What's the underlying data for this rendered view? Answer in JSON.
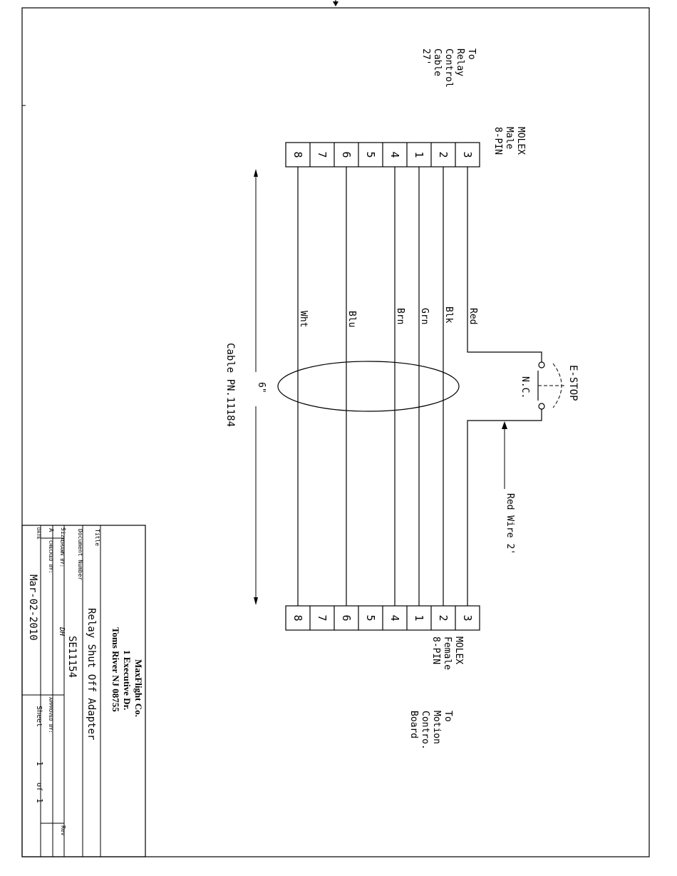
{
  "top_note": {
    "lines": [
      "To",
      "Relay",
      "Control",
      "Cable",
      "27'"
    ]
  },
  "bottom_note": {
    "lines": [
      "To",
      "Motion",
      "Contro.",
      "Board"
    ]
  },
  "connector_male": {
    "label_lines": [
      "MOLEX",
      "Male",
      "8-PIN"
    ],
    "pins": [
      "3",
      "2",
      "1",
      "4",
      "5",
      "6",
      "7",
      "8"
    ]
  },
  "connector_female": {
    "label_lines": [
      "MOLEX",
      "Female",
      "8-PIN"
    ],
    "pins": [
      "3",
      "2",
      "1",
      "4",
      "5",
      "6",
      "7",
      "8"
    ]
  },
  "wires": [
    "Red",
    "Blk",
    "Grn",
    "Brn",
    "Blu",
    "Wht"
  ],
  "estop": {
    "label": "E-STOP",
    "contact": "N.C."
  },
  "red_wire_note": "Red Wire 2'",
  "cable": {
    "part_number": "Cable PN.11184",
    "length": "6\""
  },
  "title_block": {
    "company": [
      "MaxFlight Co.",
      "1 Executive Dr.",
      "Toms River NJ 08755"
    ],
    "title_label": "Title",
    "title": "Relay Shut Off Adapter",
    "docnum_label": "Document Number",
    "docnum": "SE11154",
    "size_label": "Size",
    "size": "A",
    "drawn_label": "DRAWN BY:",
    "drawn": "DH",
    "checked_label": "CHECKED BY:",
    "approved_label": "APPROVED BY:",
    "date_label": "DATE",
    "date": "Mar-02-2010",
    "sheet_label": "Sheet",
    "sheet": "1",
    "of_label": "of",
    "total": "1",
    "rev_label": "Rev"
  }
}
